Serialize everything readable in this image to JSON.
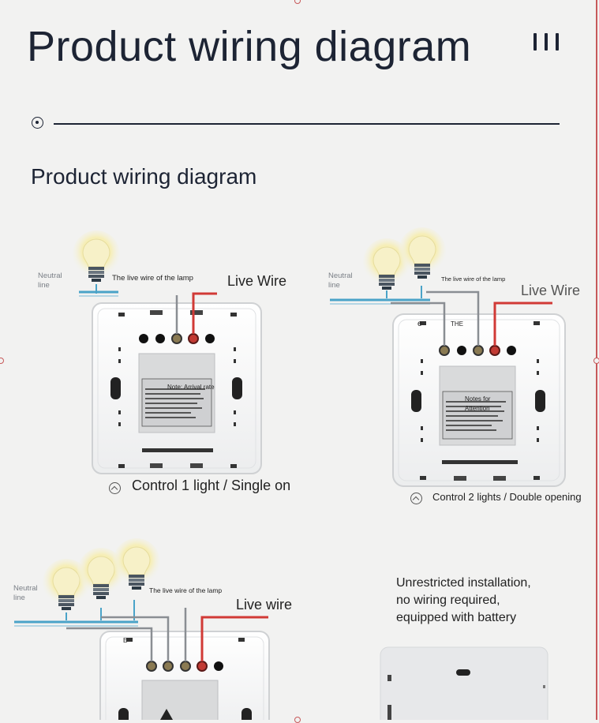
{
  "header": {
    "title": "Product wiring diagram",
    "subtitle": "Product wiring diagram"
  },
  "diagrams": [
    {
      "neutral_label": "Neutral line",
      "lamp_wire_label": "The live wire of the lamp",
      "live_wire_label": "Live Wire",
      "note_label": "Note: Arrival rate",
      "caption": "Control 1 light / Single on"
    },
    {
      "neutral_label": "Neutral line",
      "lamp_wire_label": "The live wire of the lamp",
      "live_wire_label": "Live Wire",
      "terminal_left": "e",
      "terminal_mid": "THE",
      "note_label": "Notes for Attention",
      "caption": "Control 2 lights / Double opening"
    },
    {
      "neutral_label": "Neutral line",
      "lamp_wire_label": "The live wire of the lamp",
      "live_wire_label": "Live wire",
      "terminal_left": "E"
    }
  ],
  "battery": {
    "text": "Unrestricted installation,\nno wiring required,\nequipped with battery"
  },
  "colors": {
    "neutral_wire": "#4aa3c8",
    "live_wire": "#d13a36",
    "lamp_wire": "#8a8e93",
    "panel": "#ffffff",
    "title": "#1d2434"
  }
}
